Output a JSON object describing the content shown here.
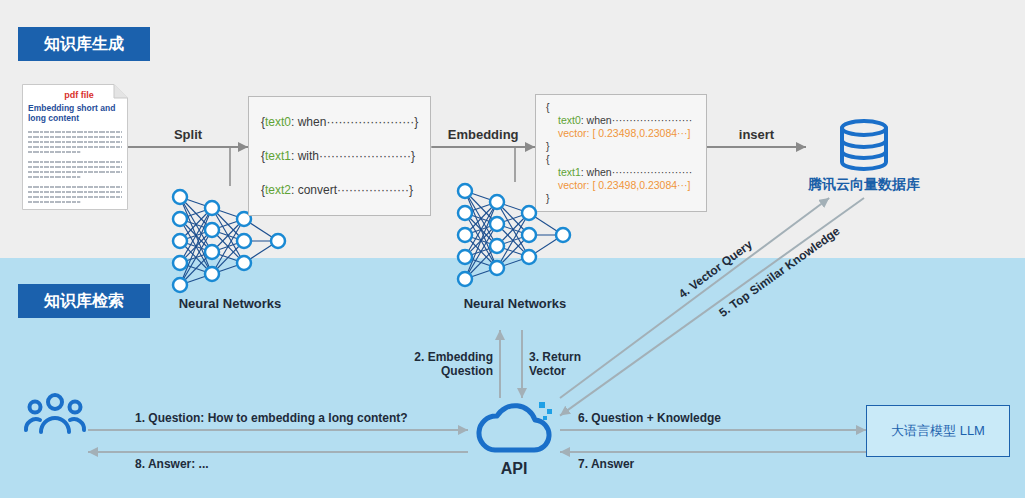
{
  "diagram": {
    "nodes": [
      {
        "text": [
          "知识库生成"
        ]
      },
      {
        "text": [
          "pdf file",
          "Embedding short and long content"
        ]
      },
      {
        "text": [
          "{text0: when······················}",
          "{text1: with·······················}",
          "{text2: convert··················}"
        ]
      },
      {
        "text": [
          "{",
          "text0: when·······················",
          "vector: [ 0.23498,0.23084···]",
          "}",
          "{",
          "text1: when·······················",
          "vector: [ 0.23498,0.23084···]",
          "}"
        ]
      },
      {
        "text": [
          "腾讯云向量数据库"
        ]
      },
      {
        "text": [
          "知识库检索"
        ]
      },
      {
        "text": [
          "Neural Networks"
        ]
      },
      {
        "text": []
      },
      {
        "text": [
          "API"
        ]
      },
      {
        "text": [
          "大语言模型 LLM"
        ]
      }
    ],
    "edges": [
      {
        "from": 1,
        "to": 2,
        "arrow": "to",
        "label": "Split"
      },
      {
        "from": 2,
        "to": 3,
        "arrow": "to",
        "label": "Embedding"
      },
      {
        "from": 3,
        "to": 4,
        "arrow": "to",
        "label": "insert"
      },
      {
        "from": 7,
        "to": 8,
        "arrow": "to",
        "label": "1. Question: How to embedding a long content?"
      },
      {
        "from": 8,
        "to": 7,
        "arrow": "to",
        "label": "8. Answer: ..."
      },
      {
        "from": 8,
        "to": 6,
        "arrow": "to",
        "label": "2. Embedding Question"
      },
      {
        "from": 6,
        "to": 8,
        "arrow": "to",
        "label": "3. Return Vector"
      },
      {
        "from": 8,
        "to": 4,
        "arrow": "to",
        "label": "4. Vector Query"
      },
      {
        "from": 4,
        "to": 8,
        "arrow": "to",
        "label": "5. Top Similar Knowledge"
      },
      {
        "from": 8,
        "to": 9,
        "arrow": "to",
        "label": "6. Question + Knowledge"
      },
      {
        "from": 9,
        "to": 8,
        "arrow": "to",
        "label": "7. Answer"
      }
    ],
    "labels": [
      "Neural Networks"
    ]
  }
}
